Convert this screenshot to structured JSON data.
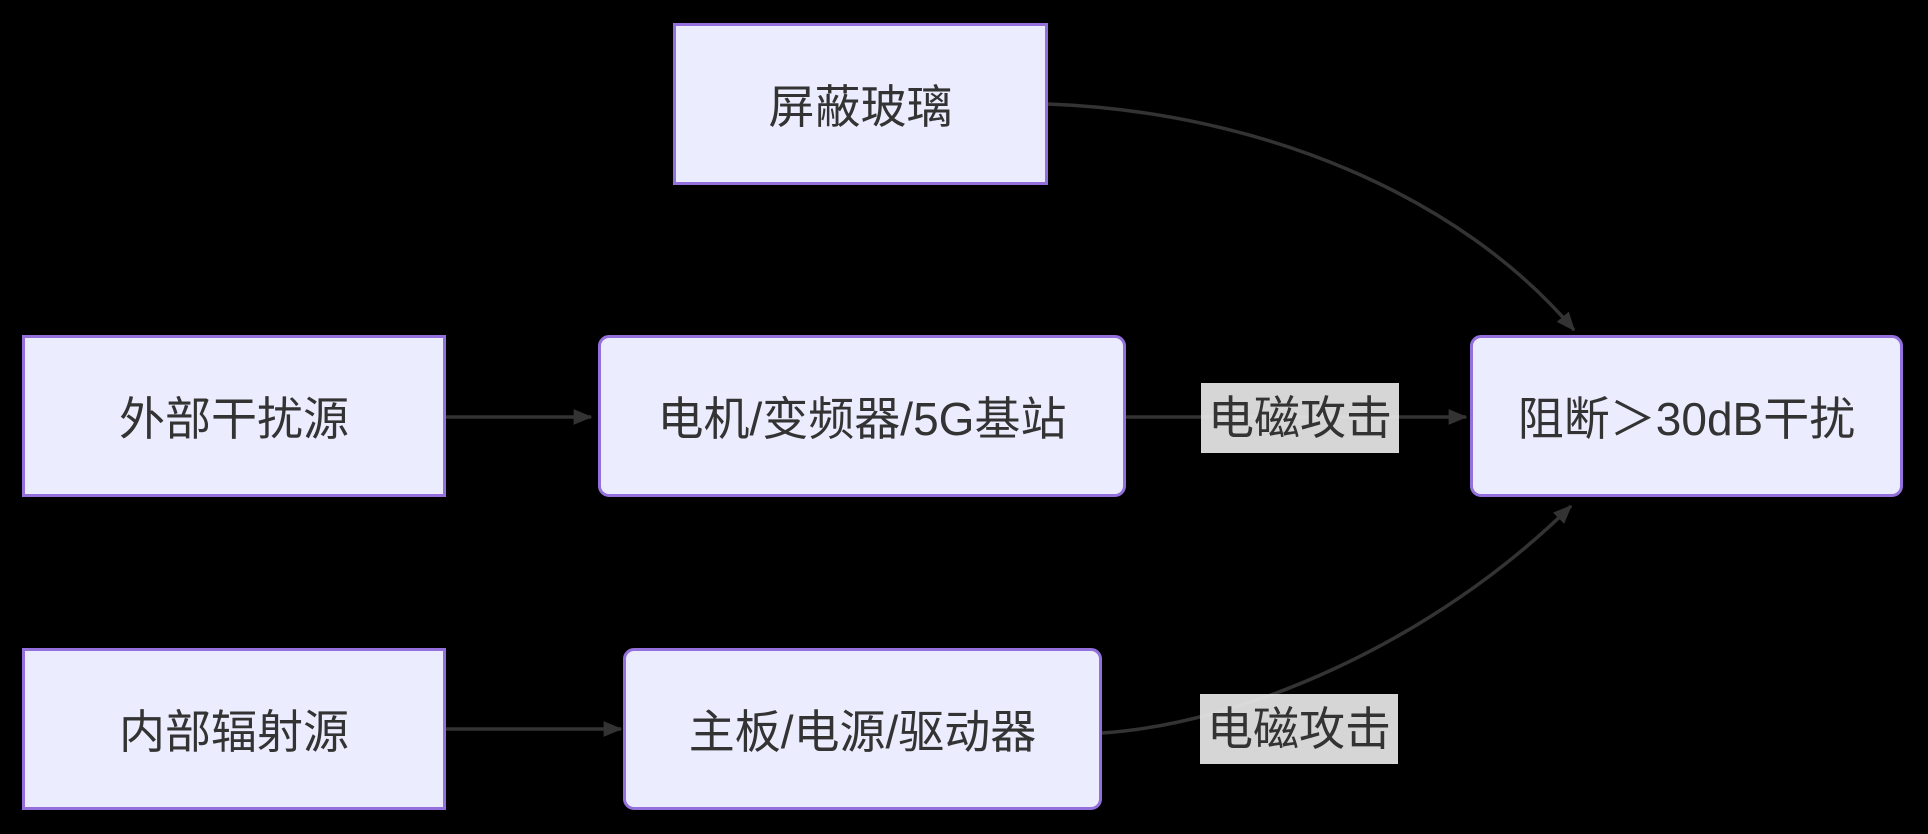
{
  "diagram": {
    "type": "flowchart-left-right",
    "colors": {
      "background": "#000000",
      "node_fill": "#ECECFF",
      "node_border": "#9370DB",
      "text": "#333333",
      "edge_line": "#333333",
      "edge_label_bg": "#e8e8e8"
    },
    "nodes": {
      "shield_glass": {
        "label": "屏蔽玻璃",
        "shape": "rect"
      },
      "external_source": {
        "label": "外部干扰源",
        "shape": "rect"
      },
      "external_emitters": {
        "label": "电机/变频器/5G基站",
        "shape": "rounded"
      },
      "internal_source": {
        "label": "内部辐射源",
        "shape": "rect"
      },
      "internal_emitters": {
        "label": "主板/电源/驱动器",
        "shape": "rounded"
      },
      "target": {
        "label": "阻断＞30dB干扰",
        "shape": "rounded"
      }
    },
    "edge_labels": {
      "top": "电磁攻击",
      "bottom": "电磁攻击"
    },
    "edges": [
      {
        "from": "外部干扰源",
        "to": "电机/变频器/5G基站",
        "label": ""
      },
      {
        "from": "电机/变频器/5G基站",
        "to": "阻断＞30dB干扰",
        "label": "电磁攻击"
      },
      {
        "from": "屏蔽玻璃",
        "to": "阻断＞30dB干扰",
        "label": ""
      },
      {
        "from": "内部辐射源",
        "to": "主板/电源/驱动器",
        "label": ""
      },
      {
        "from": "主板/电源/驱动器",
        "to": "阻断＞30dB干扰",
        "label": "电磁攻击"
      }
    ]
  }
}
